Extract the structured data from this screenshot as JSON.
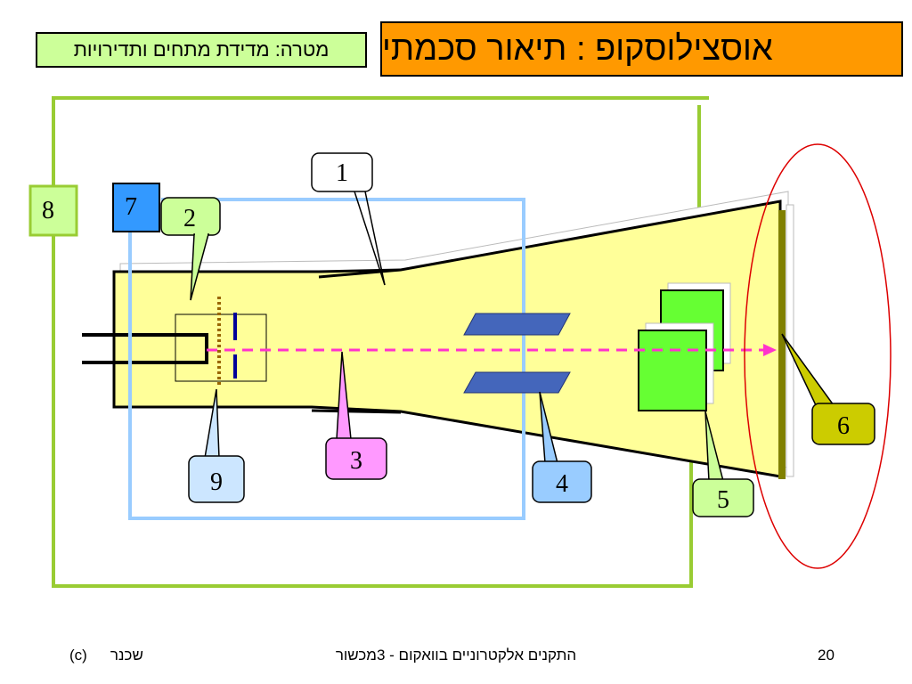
{
  "title": "אוסצילוסקופ : תיאור סכמתי",
  "goal": "מטרה: מדידת מתחים ותדירויות",
  "labels": {
    "l1": "1",
    "l2": "2",
    "l3": "3",
    "l4": "4",
    "l5": "5",
    "l6": "6",
    "l7": "7",
    "l8": "8",
    "l9": "9"
  },
  "colors": {
    "title_bg": "#ff9900",
    "goal_bg": "#ccff99",
    "tube_fill": "#ffff99",
    "frame_green": "#99cc33",
    "frame_blue": "#99ccff",
    "plates_blue": "#4466bb",
    "plates_green": "#66ff33",
    "beam": "#ff33cc",
    "screen": "#808000",
    "ellipse": "#dd0000",
    "label7_bg": "#3399ff",
    "label6_bg": "#cccc00",
    "label3_bg": "#ff99ff",
    "label4_bg": "#99ccff",
    "label9_bg": "#cce6ff",
    "label2_bg": "#ccff99",
    "label5_bg": "#ccff99",
    "label8_bg": "#ccff99"
  },
  "footer": {
    "copyright": "(c)",
    "author": "שכנר",
    "course": "התקנים אלקטרוניים בוואקום - 3מכשור",
    "page": "20"
  }
}
